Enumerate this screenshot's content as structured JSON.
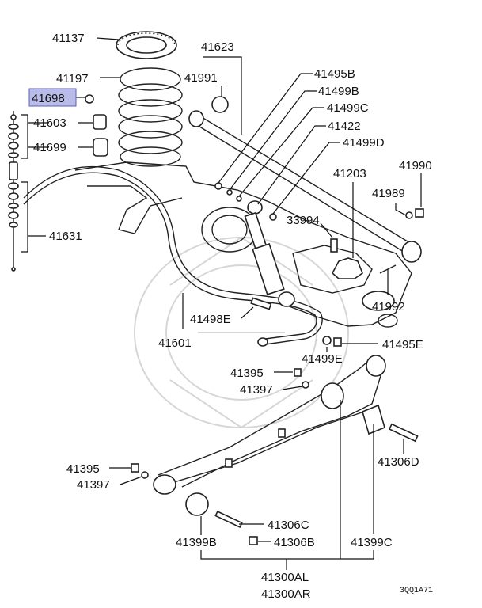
{
  "diagram": {
    "code": "3QQ1A71",
    "highlight_part": "41698",
    "parts": [
      {
        "id": "41137",
        "label": "41137"
      },
      {
        "id": "41197",
        "label": "41197"
      },
      {
        "id": "41698",
        "label": "41698"
      },
      {
        "id": "41603",
        "label": "41603"
      },
      {
        "id": "41699",
        "label": "41699"
      },
      {
        "id": "41631",
        "label": "41631"
      },
      {
        "id": "41623",
        "label": "41623"
      },
      {
        "id": "41991",
        "label": "41991"
      },
      {
        "id": "41495B",
        "label": "41495B"
      },
      {
        "id": "41499B",
        "label": "41499B"
      },
      {
        "id": "41499C",
        "label": "41499C"
      },
      {
        "id": "41422",
        "label": "41422"
      },
      {
        "id": "41499D",
        "label": "41499D"
      },
      {
        "id": "41203",
        "label": "41203"
      },
      {
        "id": "41990",
        "label": "41990"
      },
      {
        "id": "41989",
        "label": "41989"
      },
      {
        "id": "33994",
        "label": "33994"
      },
      {
        "id": "41992",
        "label": "41992"
      },
      {
        "id": "41498E",
        "label": "41498E"
      },
      {
        "id": "41601",
        "label": "41601"
      },
      {
        "id": "41499E",
        "label": "41499E"
      },
      {
        "id": "41495E",
        "label": "41495E"
      },
      {
        "id": "41395a",
        "label": "41395"
      },
      {
        "id": "41397a",
        "label": "41397"
      },
      {
        "id": "41395b",
        "label": "41395"
      },
      {
        "id": "41397b",
        "label": "41397"
      },
      {
        "id": "41306D",
        "label": "41306D"
      },
      {
        "id": "41306C",
        "label": "41306C"
      },
      {
        "id": "41399B",
        "label": "41399B"
      },
      {
        "id": "41306B",
        "label": "41306B"
      },
      {
        "id": "41399C",
        "label": "41399C"
      },
      {
        "id": "41300AL",
        "label": "41300AL"
      },
      {
        "id": "41300AR",
        "label": "41300AR"
      }
    ]
  }
}
